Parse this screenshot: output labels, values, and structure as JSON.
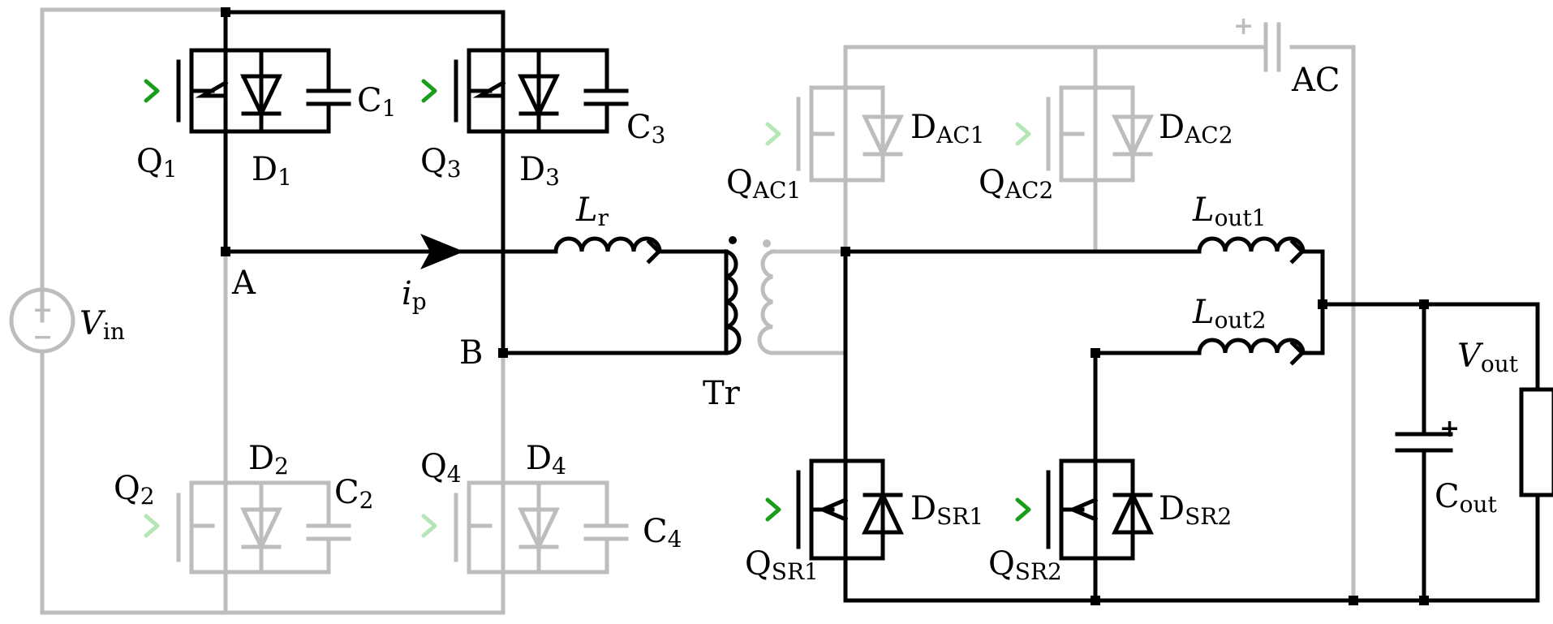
{
  "colors": {
    "active": "#000000",
    "inactive": "#bdbdbd",
    "gate_active": "#1a9e1a",
    "gate_inactive": "#b5e6b5"
  },
  "labels": {
    "Q1": {
      "base": "Q",
      "sub": "1"
    },
    "Q2": {
      "base": "Q",
      "sub": "2"
    },
    "Q3": {
      "base": "Q",
      "sub": "3"
    },
    "Q4": {
      "base": "Q",
      "sub": "4"
    },
    "D1": {
      "base": "D",
      "sub": "1"
    },
    "D2": {
      "base": "D",
      "sub": "2"
    },
    "D3": {
      "base": "D",
      "sub": "3"
    },
    "D4": {
      "base": "D",
      "sub": "4"
    },
    "C1": {
      "base": "C",
      "sub": "1"
    },
    "C2": {
      "base": "C",
      "sub": "2"
    },
    "C3": {
      "base": "C",
      "sub": "3"
    },
    "C4": {
      "base": "C",
      "sub": "4"
    },
    "node_A": "A",
    "node_B": "B",
    "Vin": {
      "base": "V",
      "sub": "in"
    },
    "ip": {
      "base": "i",
      "sub": "p"
    },
    "Lr": {
      "base": "L",
      "sub": "r"
    },
    "Tr": "Tr",
    "QAC1": {
      "base": "Q",
      "sub": "AC1"
    },
    "QAC2": {
      "base": "Q",
      "sub": "AC2"
    },
    "DAC1": {
      "base": "D",
      "sub": "AC1"
    },
    "DAC2": {
      "base": "D",
      "sub": "AC2"
    },
    "AC": "AC",
    "Lout1": {
      "base": "L",
      "sub": "out1"
    },
    "Lout2": {
      "base": "L",
      "sub": "out2"
    },
    "QSR1": {
      "base": "Q",
      "sub": "SR1"
    },
    "QSR2": {
      "base": "Q",
      "sub": "SR2"
    },
    "DSR1": {
      "base": "D",
      "sub": "SR1"
    },
    "DSR2": {
      "base": "D",
      "sub": "SR2"
    },
    "Vout": {
      "base": "V",
      "sub": "out"
    },
    "Cout": {
      "base": "C",
      "sub": "out"
    },
    "plus": "+",
    "minus": "−"
  }
}
